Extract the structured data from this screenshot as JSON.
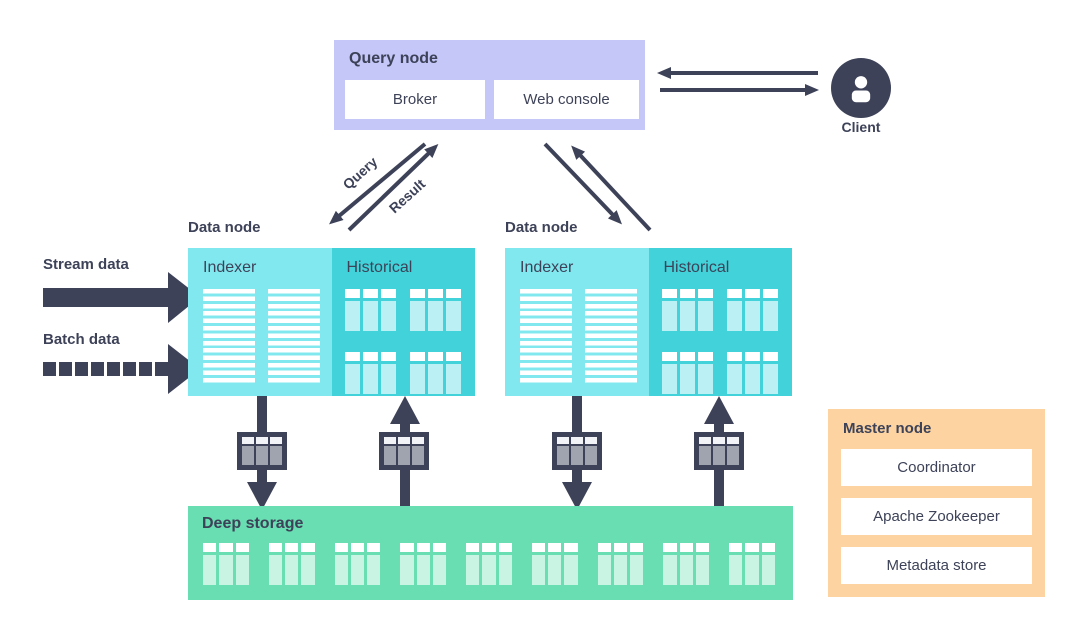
{
  "colors": {
    "ink": "#3d4258",
    "white": "#ffffff",
    "query_node_fill": "#c4c7f8",
    "indexer_fill": "#82e8ef",
    "historical_fill": "#41d3d9",
    "historical_cell": "#bbf1f4",
    "deep_storage_fill": "#68deb2",
    "deep_storage_cell": "#c9f4e3",
    "master_fill": "#fcd3a1",
    "segment_icon_bg": "#3d4258",
    "segment_icon_cell": "#a0a4af",
    "segment_icon_header": "#f2f3f6"
  },
  "query_node": {
    "title": "Query node",
    "components": [
      {
        "label": "Broker"
      },
      {
        "label": "Web console"
      }
    ]
  },
  "client": {
    "label": "Client"
  },
  "flow_labels": {
    "query": "Query",
    "result": "Result"
  },
  "inputs": {
    "stream": {
      "label": "Stream data"
    },
    "batch": {
      "label": "Batch data"
    }
  },
  "data_nodes": [
    {
      "title": "Data node",
      "components": [
        {
          "label": "Indexer"
        },
        {
          "label": "Historical"
        }
      ]
    },
    {
      "title": "Data node",
      "components": [
        {
          "label": "Indexer"
        },
        {
          "label": "Historical"
        }
      ]
    }
  ],
  "deep_storage": {
    "title": "Deep storage",
    "segment_count": 9
  },
  "master_node": {
    "title": "Master node",
    "components": [
      {
        "label": "Coordinator"
      },
      {
        "label": "Apache Zookeeper"
      },
      {
        "label": "Metadata store"
      }
    ]
  }
}
